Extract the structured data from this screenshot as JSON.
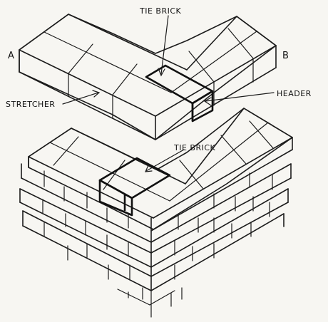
{
  "labels": {
    "tie_brick_top": "TIE BRICK",
    "tie_brick_lower": "TIE BRICK",
    "stretcher": "STRETCHER",
    "header": "HEADER",
    "corner_a": "A",
    "corner_b": "B"
  },
  "colors": {
    "ink": "#1c1c1c",
    "paper": "#f7f6f2"
  }
}
